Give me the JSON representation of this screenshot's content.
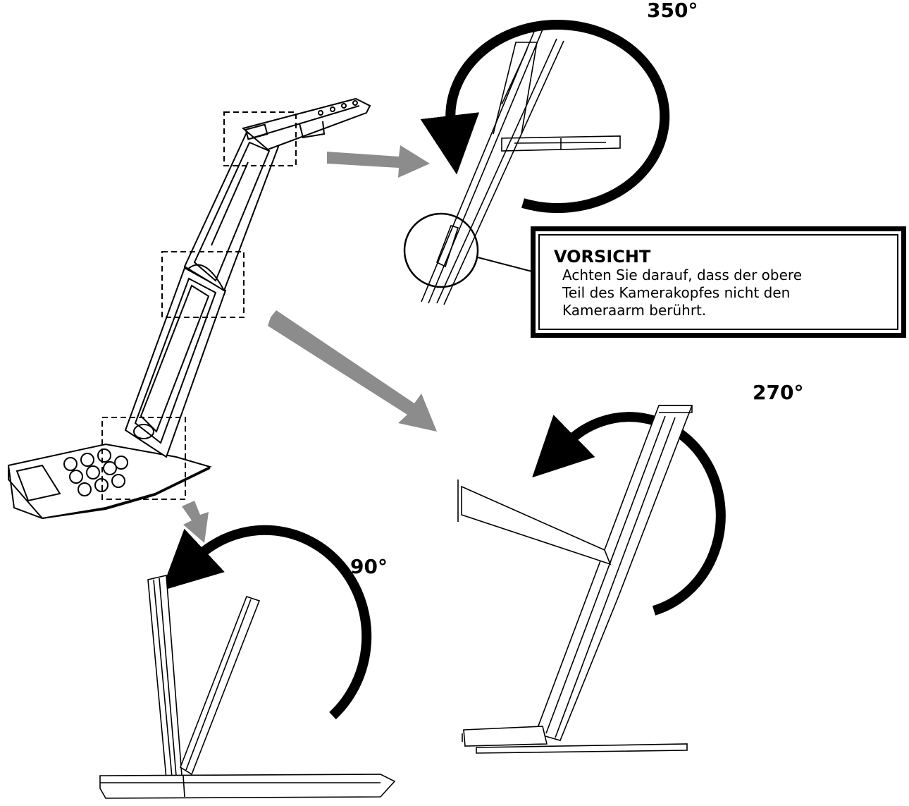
{
  "angles": {
    "a350": "350°",
    "a270": "270°",
    "a90": "90°"
  },
  "caution": {
    "title": "VORSICHT",
    "lines": [
      "Achten Sie darauf, dass der obere",
      "Teil des Kamerakopfes nicht den",
      "Kameraarm berührt."
    ]
  },
  "colors": {
    "line": "#000000",
    "arrow_gray": "#8c8c8c",
    "background": "#ffffff"
  }
}
